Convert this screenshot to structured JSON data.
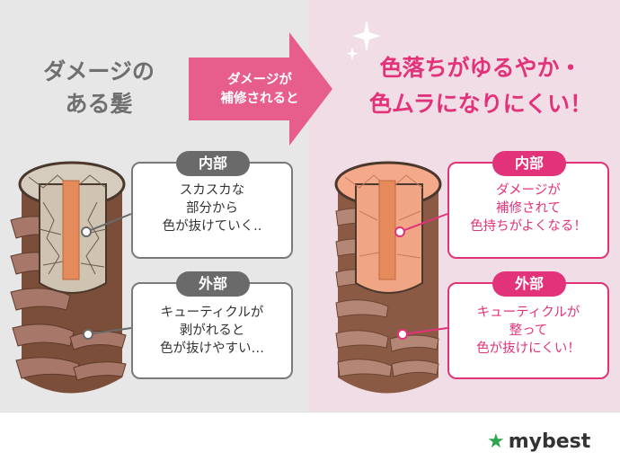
{
  "left": {
    "title_lines": [
      "ダメージの",
      "ある髪"
    ],
    "inner": {
      "tag": "内部",
      "lines": [
        "スカスカな",
        "部分から",
        "色が抜けていく.."
      ]
    },
    "outer": {
      "tag": "外部",
      "lines": [
        "キューティクルが",
        "剥がれると",
        "色が抜けやすい…"
      ]
    }
  },
  "arrow": {
    "lines": [
      "ダメージが",
      "補修されると"
    ]
  },
  "right": {
    "title_lines": [
      "色落ちがゆるやか・",
      "色ムラになりにくい！"
    ],
    "inner": {
      "tag": "内部",
      "lines": [
        "ダメージが",
        "補修されて",
        "色持ちがよくなる！"
      ]
    },
    "outer": {
      "tag": "外部",
      "lines": [
        "キューティクルが",
        "整って",
        "色が抜けにくい！"
      ]
    }
  },
  "brand": {
    "name": "mybest"
  },
  "colors": {
    "accent": "#e2337a",
    "grey": "#6a6a6a",
    "brand_green": "#2ea44f",
    "cuticle": "#8a5a44"
  },
  "icons": [
    "star-icon",
    "sparkle-icon",
    "hair-cross-section-damaged",
    "hair-cross-section-repaired"
  ]
}
